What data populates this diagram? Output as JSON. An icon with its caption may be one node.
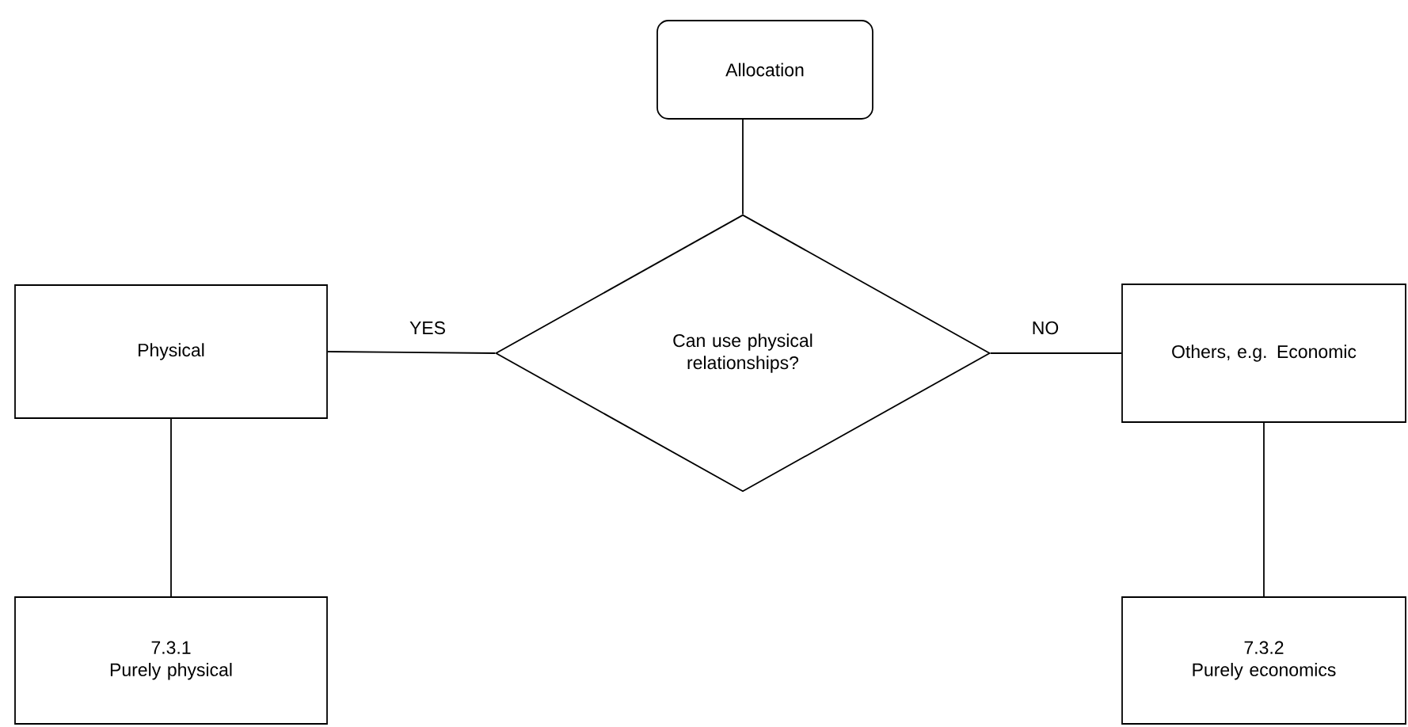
{
  "diagram": {
    "nodes": [
      {
        "text": [
          "Allocation"
        ]
      },
      {
        "text": [
          "Can use physical relationships?"
        ]
      },
      {
        "text": [
          "Physical"
        ]
      },
      {
        "text": [
          "Others, e.g. Economic"
        ]
      },
      {
        "text": [
          "7.3.1",
          "Purely physical"
        ]
      },
      {
        "text": [
          "7.3.2",
          "Purely economics"
        ]
      }
    ],
    "edges": [
      {
        "from": 0,
        "to": 1,
        "arrow": "none"
      },
      {
        "from": 1,
        "to": 2,
        "arrow": "none",
        "label": "YES"
      },
      {
        "from": 1,
        "to": 3,
        "arrow": "none",
        "label": "NO"
      },
      {
        "from": 2,
        "to": 4,
        "arrow": "none"
      },
      {
        "from": 3,
        "to": 5,
        "arrow": "none"
      }
    ]
  }
}
